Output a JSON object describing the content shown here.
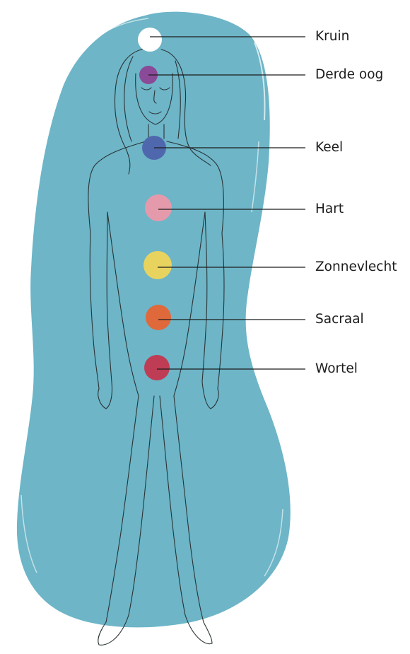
{
  "background_shape": {
    "color": "#6db5c7"
  },
  "figure": {
    "line_color": "#2a3436"
  },
  "chakras": [
    {
      "id": "kruin",
      "label": "Kruin",
      "color": "#ffffff"
    },
    {
      "id": "derde-oog",
      "label": "Derde oog",
      "color": "#8a4a97"
    },
    {
      "id": "keel",
      "label": "Keel",
      "color": "#4f68ad"
    },
    {
      "id": "hart",
      "label": "Hart",
      "color": "#e59aac"
    },
    {
      "id": "zonnevlecht",
      "label": "Zonnevlecht",
      "color": "#e8d35e"
    },
    {
      "id": "sacraal",
      "label": "Sacraal",
      "color": "#e0693b"
    },
    {
      "id": "wortel",
      "label": "Wortel",
      "color": "#bf3c55"
    }
  ]
}
